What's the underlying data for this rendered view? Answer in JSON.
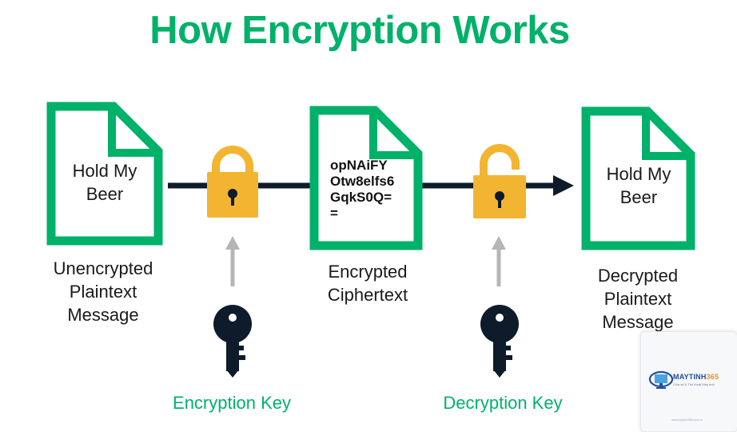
{
  "title": "How Encryption Works",
  "colors": {
    "accent_green": "#00b16a",
    "lock_yellow": "#f3b531",
    "line_dark": "#0d1b2a",
    "arrow_gray": "#b5b5b5"
  },
  "documents": [
    {
      "content": [
        "Hold My",
        "Beer"
      ],
      "caption": [
        "Unencrypted",
        "Plaintext",
        "Message"
      ]
    },
    {
      "content": [
        "opNAiFY",
        "Otw8elfs6",
        "GqkS0Q=",
        "="
      ],
      "caption": [
        "Encrypted",
        "Ciphertext"
      ]
    },
    {
      "content": [
        "Hold My",
        "Beer"
      ],
      "caption": [
        "Decrypted",
        "Plaintext",
        "Message"
      ]
    }
  ],
  "locks": [
    {
      "state": "locked",
      "icon": "padlock-closed-icon"
    },
    {
      "state": "unlocked",
      "icon": "padlock-open-icon"
    }
  ],
  "keys": [
    {
      "label": "Encryption Key",
      "icon": "key-icon"
    },
    {
      "label": "Decryption Key",
      "icon": "key-icon"
    }
  ],
  "logo": {
    "brand_main": "MAYTINH",
    "brand_num": "365",
    "tagline": "Chia sẻ & Thủ thuật Máy tính",
    "site": "www.maytinh365.com.vn"
  }
}
